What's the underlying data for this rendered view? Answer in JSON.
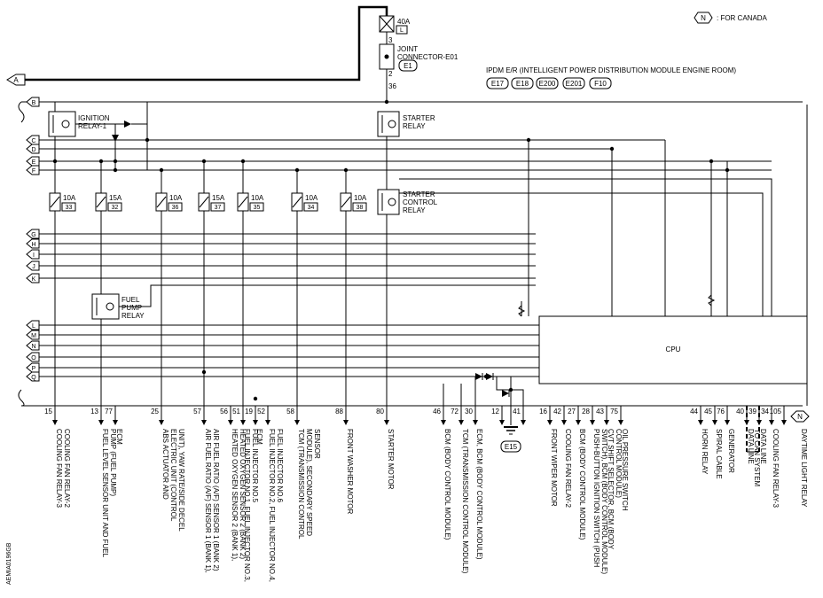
{
  "legend": {
    "badge": "N",
    "text": ": FOR CANADA"
  },
  "fuse_main": {
    "rating": "40A",
    "code": "L"
  },
  "joint": {
    "label_line1": "JOINT",
    "label_line2": "CONNECTOR-E01",
    "connector": "E1",
    "pin_top": "3",
    "pin_bottom": "2"
  },
  "ipdm": {
    "title": "IPDM E/R (INTELLIGENT POWER DISTRIBUTION MODULE ENGINE ROOM)",
    "connectors": [
      "E17",
      "E18",
      "E200",
      "E201",
      "F10"
    ],
    "input_pin": "36"
  },
  "connector_A": "A",
  "side_connectors": [
    "B",
    "C",
    "D",
    "E",
    "F",
    "G",
    "H",
    "I",
    "J",
    "K",
    "L",
    "M",
    "N",
    "O",
    "P",
    "Q"
  ],
  "relays": {
    "ignition1": [
      "IGNITION",
      "RELAY-1"
    ],
    "starter": [
      "STARTER",
      "RELAY"
    ],
    "starter_control": [
      "STARTER",
      "CONTROL",
      "RELAY"
    ],
    "fuel_pump": [
      "FUEL",
      "PUMP",
      "RELAY"
    ]
  },
  "fuses": [
    {
      "rating": "10A",
      "number": "33"
    },
    {
      "rating": "15A",
      "number": "32"
    },
    {
      "rating": "10A",
      "number": "36"
    },
    {
      "rating": "15A",
      "number": "37"
    },
    {
      "rating": "10A",
      "number": "35"
    },
    {
      "rating": "10A",
      "number": "34"
    },
    {
      "rating": "10A",
      "number": "38"
    }
  ],
  "cpu_label": "CPU",
  "ground_connector": "E15",
  "pins": [
    "15",
    "13",
    "77",
    "25",
    "57",
    "56",
    "51",
    "19",
    "52",
    "58",
    "88",
    "80",
    "46",
    "72",
    "30",
    "12",
    "41",
    "16",
    "42",
    "27",
    "28",
    "43",
    "75",
    "44",
    "45",
    "76",
    "40",
    "39",
    "34",
    "105"
  ],
  "outputs": [
    {
      "lines": [
        "COOLING FAN RELAY-3",
        "COOLING FAN RELAY-2"
      ]
    },
    {
      "lines": [
        "FUEL LEVEL SENSOR UNIT AND FUEL",
        "PUMP (FUEL PUMP)"
      ]
    },
    {
      "lines": [
        "ECM"
      ]
    },
    {
      "lines": [
        "ABS ACTUATOR AND",
        "ELECTRIC UNIT (CONTROL",
        "UNIT), YAW RATE/SIDE DECEL"
      ]
    },
    {
      "lines": [
        "AIR FUEL RATIO (A/F) SENSOR 1 (BANK 1),",
        "AIR FUEL RATIO (A/F) SENSOR 1 (BANK 2)"
      ]
    },
    {
      "lines": [
        "HEATED OXYGEN SENSOR 2 (BANK 1),",
        "HEATED OXYGEN SENSOR 2 (BANK 2)"
      ]
    },
    {
      "lines": [
        "FUEL INJECTOR NO.1, FUEL INJECTOR NO.3,",
        "FUEL INJECTOR NO.5"
      ]
    },
    {
      "lines": [
        "ECM"
      ]
    },
    {
      "lines": [
        "FUEL INJECTOR NO.2, FUEL INJECTOR NO.4,",
        "FUEL INJECTOR NO.6"
      ]
    },
    {
      "lines": [
        "TCM (TRANSMISSION CONTROL",
        "MODULE), SECONDARY SPEED",
        "SENSOR"
      ]
    },
    {
      "lines": [
        "FRONT WASHER MOTOR"
      ]
    },
    {
      "lines": [
        "STARTER MOTOR"
      ]
    },
    {
      "lines": [
        "BCM (BODY CONTROL MODULE)"
      ]
    },
    {
      "lines": [
        "TCM (TRANSMISSION CONTROL MODULE)"
      ]
    },
    {
      "lines": [
        "ECM, BCM (BODY CONTROL MODULE)"
      ]
    },
    {
      "lines": [
        "FRONT WIPER MOTOR"
      ]
    },
    {
      "lines": [
        "COOLING FAN RELAY-2"
      ]
    },
    {
      "lines": [
        "BCM (BODY CONTROL MODULE)"
      ]
    },
    {
      "lines": [
        "PUSH-BUTTON IGNITION SWITCH (PUSH",
        "SWITCH), BCM (BODY CONTROL MODULE)"
      ]
    },
    {
      "lines": [
        "CVT SHIFT SELECTOR, BCM (BODY",
        "CONTROL MODULE)"
      ]
    },
    {
      "lines": [
        "OIL PRESSURE SWITCH"
      ]
    },
    {
      "lines": [
        "HORN RELAY"
      ]
    },
    {
      "lines": [
        "SPIRAL CABLE"
      ]
    },
    {
      "lines": [
        "GENERATOR"
      ]
    },
    {
      "lines": [
        "DATA LINE"
      ]
    },
    {
      "lines": [
        "DATA LINE"
      ]
    },
    {
      "lines": [
        "TO CAN SYSTEM"
      ]
    },
    {
      "lines": [
        "COOLING FAN RELAY-3"
      ]
    },
    {
      "lines": [
        "DAYTIME LIGHT RELAY"
      ]
    }
  ],
  "output_badge": "N",
  "figure_id": "AEMIA0196GB"
}
